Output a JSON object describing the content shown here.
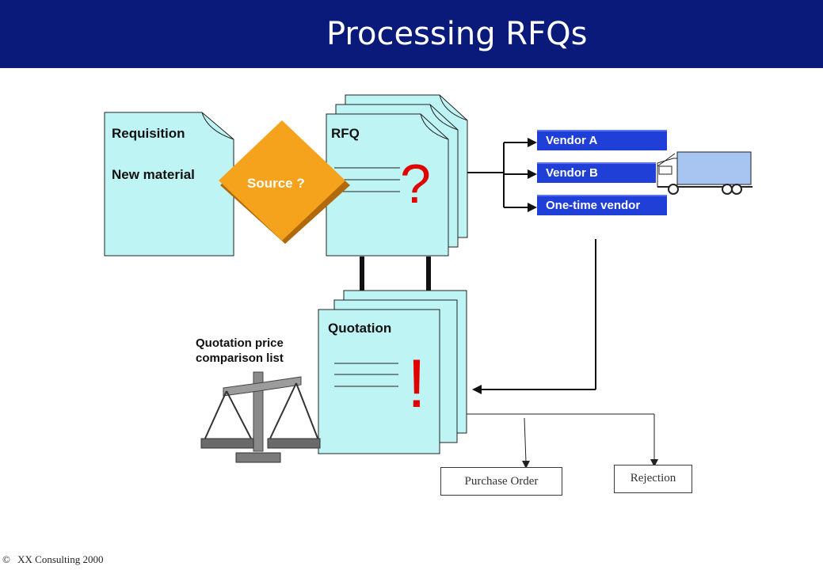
{
  "header": {
    "title": "Processing RFQs"
  },
  "requisition": {
    "title": "Requisition",
    "subtitle": "New material"
  },
  "decision": {
    "label": "Source ?"
  },
  "rfq": {
    "title": "RFQ",
    "symbol": "?"
  },
  "vendors": [
    {
      "label": "Vendor A"
    },
    {
      "label": "Vendor B"
    },
    {
      "label": "One-time vendor"
    }
  ],
  "quotation": {
    "title": "Quotation",
    "symbol": "!"
  },
  "comparison": {
    "line1": "Quotation price",
    "line2": "comparison list"
  },
  "outcomes": {
    "purchase_order": "Purchase Order",
    "rejection": "Rejection"
  },
  "footer": {
    "copyright_symbol": "©",
    "text": "XX Consulting 2000"
  },
  "colors": {
    "header_bg": "#0a1a7a",
    "document_fill": "#bff4f4",
    "decision_fill": "#f5a21c",
    "vendor_fill": "#1f3fd6",
    "accent_red": "#e00000",
    "truck_body": "#a8c4f0"
  },
  "icons": [
    "truck-icon",
    "balance-scale-icon"
  ]
}
